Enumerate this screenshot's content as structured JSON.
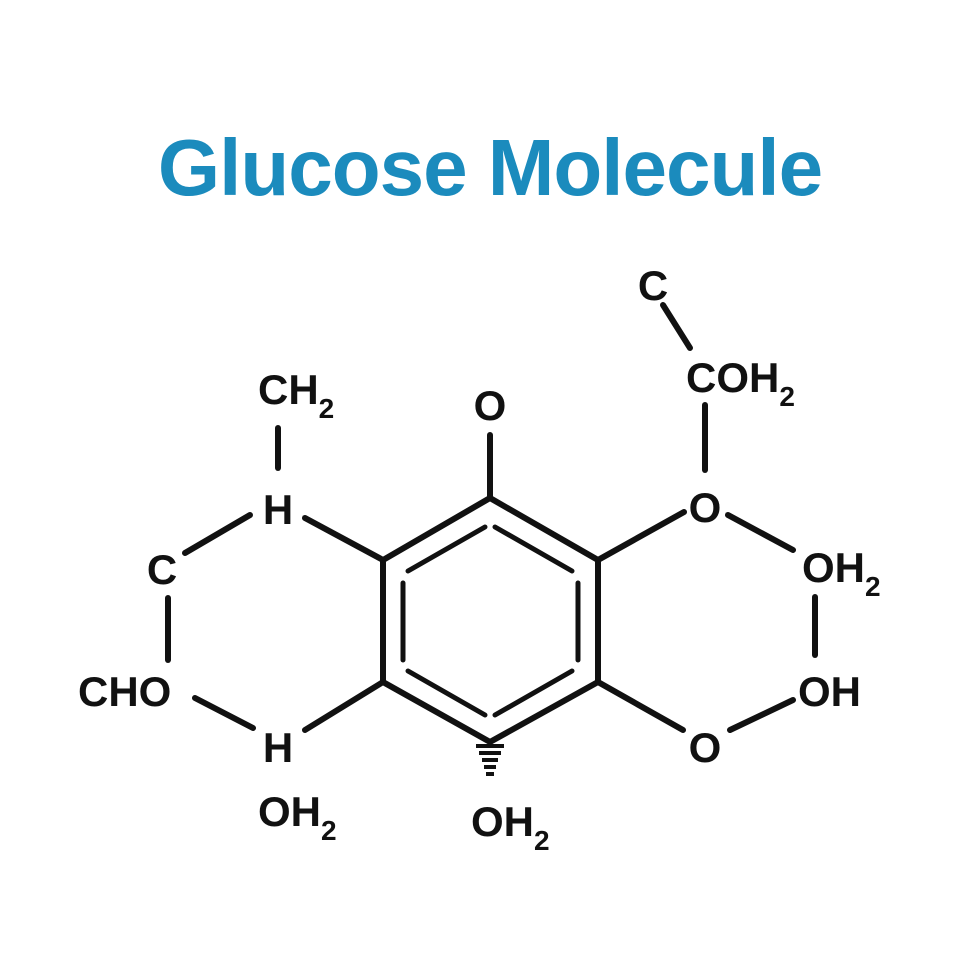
{
  "title": "Glucose Molecule",
  "colors": {
    "title": "#1b8bbd",
    "ink": "#111111",
    "background": "#ffffff"
  },
  "labels": {
    "c_top": "C",
    "coh2": {
      "main": "COH",
      "sub": "2"
    },
    "ch2": {
      "main": "CH",
      "sub": "2"
    },
    "o_ring_top": "O",
    "h_upper": "H",
    "o_right": "O",
    "c_left": "C",
    "oh2_right": {
      "main": "OH",
      "sub": "2"
    },
    "cho": "CHO",
    "oh_right": "OH",
    "h_lower": "H",
    "o_lower_right": "O",
    "oh2_bottom_left": {
      "main": "OH",
      "sub": "2"
    },
    "oh2_bottom_center": {
      "main": "OH",
      "sub": "2"
    }
  }
}
